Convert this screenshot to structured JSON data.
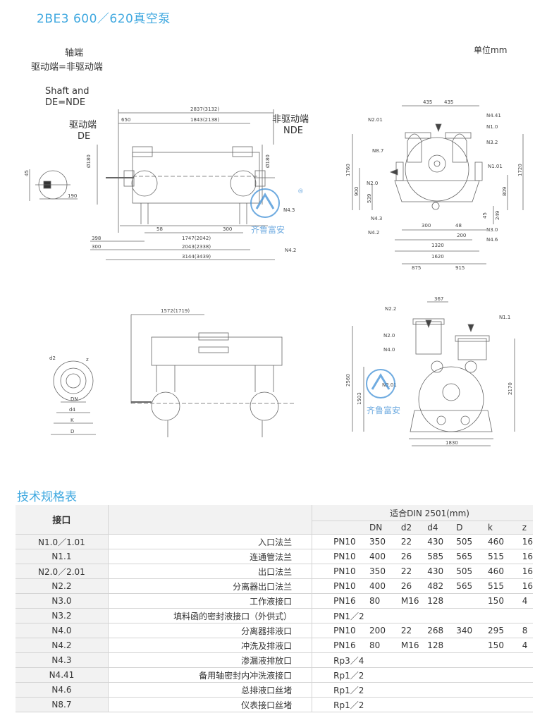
{
  "title": "2BE3 600／620真空泵",
  "unit_label": "单位mm",
  "labels": {
    "shaft_end_cn": "轴端",
    "de_nde_cn": "驱动端=非驱动端",
    "shaft_and": "Shaft and",
    "de_eq_nde": "DE=NDE",
    "drive_end_cn": "驱动端",
    "de": "DE",
    "non_drive_end_cn": "非驱动端",
    "nde": "NDE"
  },
  "watermark": {
    "brand": "齐鲁富安",
    "reg": "®"
  },
  "dims": {
    "top_overall": "2837(3132)",
    "d650": "650",
    "d1843": "1843(2138)",
    "phi180a": "Ø180",
    "phi180b": "Ø180",
    "d45": "45",
    "d190": "190",
    "d398": "398",
    "d300a": "300",
    "d58": "58",
    "d300b": "300",
    "d1747": "1747(2042)",
    "d2043": "2043(2338)",
    "d3144": "3144(3439)",
    "d1572": "1572(1719)",
    "d435a": "435",
    "d435b": "435",
    "d1760": "1760",
    "d1720": "1720",
    "d900": "900",
    "d539": "539",
    "d809": "809",
    "d249": "249",
    "d45b": "45",
    "d300c": "300",
    "d48": "48",
    "d200": "200",
    "d1320": "1320",
    "d1620": "1620",
    "d875": "875",
    "d915": "915",
    "d367": "367",
    "d2560": "2560",
    "d1503": "1503",
    "d2170": "2170",
    "d1830": "1830",
    "dn": "DN",
    "d_sym": "D",
    "k_sym": "K",
    "d2_sym": "d2",
    "d4_sym": "d4",
    "z_sym": "z"
  },
  "nozzles": {
    "n201": "N2.01",
    "n441": "N4.41",
    "n10": "N1.0",
    "n32": "N3.2",
    "n87": "N8.7",
    "n101": "N1.01",
    "n20": "N2.0",
    "n43": "N4.3",
    "n42": "N4.2",
    "n30": "N3.0",
    "n46": "N4.6",
    "n43b": "N4.3",
    "n42b": "N4.2",
    "n22": "N2.2",
    "n11": "N1.1",
    "n20b": "N2.0",
    "n40": "N4.0",
    "n201b": "N2.01"
  },
  "spec": {
    "title": "技术规格表",
    "header_port": "接口",
    "header_std": "适合DIN 2501(mm)",
    "columns": [
      "DN",
      "d2",
      "d4",
      "D",
      "k",
      "z"
    ],
    "rows": [
      {
        "port": "N1.0／1.01",
        "name": "入口法兰",
        "pn": "PN10",
        "dn": "350",
        "d2": "22",
        "d4": "430",
        "D": "505",
        "k": "460",
        "z": "16"
      },
      {
        "port": "N1.1",
        "name": "连通管法兰",
        "pn": "PN10",
        "dn": "400",
        "d2": "26",
        "d4": "585",
        "D": "565",
        "k": "515",
        "z": "16"
      },
      {
        "port": "N2.0／2.01",
        "name": "出口法兰",
        "pn": "PN10",
        "dn": "350",
        "d2": "22",
        "d4": "430",
        "D": "505",
        "k": "460",
        "z": "16"
      },
      {
        "port": "N2.2",
        "name": "分离器出口法兰",
        "pn": "PN10",
        "dn": "400",
        "d2": "26",
        "d4": "482",
        "D": "565",
        "k": "515",
        "z": "16"
      },
      {
        "port": "N3.0",
        "name": "工作液接口",
        "pn": "PN16",
        "dn": "80",
        "d2": "M16",
        "d4": "128",
        "D": "",
        "k": "150",
        "z": "4"
      },
      {
        "port": "N3.2",
        "name": "填料函的密封液接口（外供式）",
        "pn": "PN1／2",
        "dn": "",
        "d2": "",
        "d4": "",
        "D": "",
        "k": "",
        "z": ""
      },
      {
        "port": "N4.0",
        "name": "分离器排液口",
        "pn": "PN10",
        "dn": "200",
        "d2": "22",
        "d4": "268",
        "D": "340",
        "k": "295",
        "z": "8"
      },
      {
        "port": "N4.2",
        "name": "冲洗及排液口",
        "pn": "PN16",
        "dn": "80",
        "d2": "M16",
        "d4": "128",
        "D": "",
        "k": "150",
        "z": "4"
      },
      {
        "port": "N4.3",
        "name": "渗漏液排放口",
        "pn": "Rp3／4",
        "dn": "",
        "d2": "",
        "d4": "",
        "D": "",
        "k": "",
        "z": ""
      },
      {
        "port": "N4.41",
        "name": "备用轴密封内冲洗液接口",
        "pn": "Rp1／2",
        "dn": "",
        "d2": "",
        "d4": "",
        "D": "",
        "k": "",
        "z": ""
      },
      {
        "port": "N4.6",
        "name": "总排液口丝堵",
        "pn": "Rp1／2",
        "dn": "",
        "d2": "",
        "d4": "",
        "D": "",
        "k": "",
        "z": ""
      },
      {
        "port": "N8.7",
        "name": "仪表接口丝堵",
        "pn": "Rp1／2",
        "dn": "",
        "d2": "",
        "d4": "",
        "D": "",
        "k": "",
        "z": ""
      }
    ]
  },
  "colors": {
    "accent": "#41a9e0",
    "line": "#555555",
    "watermark": "#3f8fd6"
  }
}
